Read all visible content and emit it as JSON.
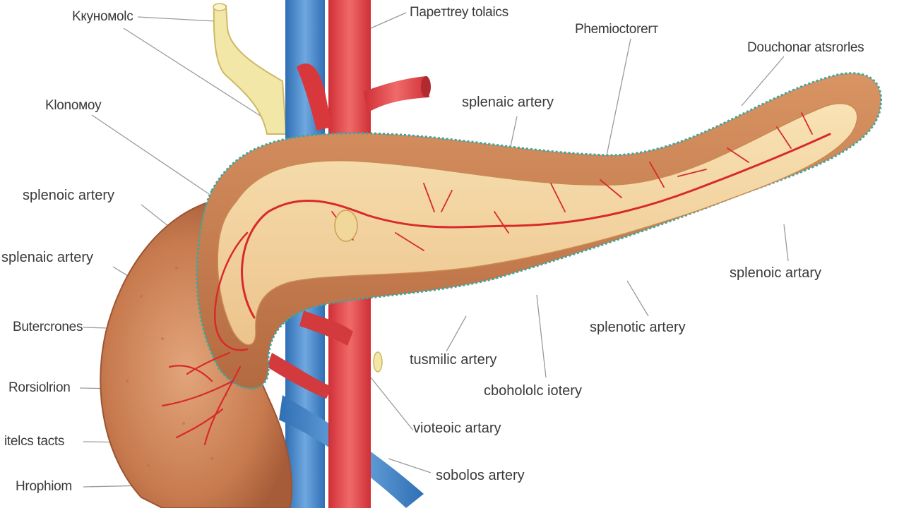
{
  "diagram": {
    "palette": {
      "background": "#ffffff",
      "artery": "#e03a3a",
      "vein": "#3f7fc4",
      "duct": "#f2e6a6",
      "gland": "#d9935a",
      "gland_inner": "#f6d9a8",
      "membrane_dots": "#3aa7a0",
      "leader_line": "#9a9a9a"
    },
    "labels": [
      {
        "id": "top-left",
        "text": "Kкуномоlс"
      },
      {
        "id": "top-center",
        "text": "Паpeтtrey tolaics"
      },
      {
        "id": "top-right-1",
        "text": "Phemioctorerт"
      },
      {
        "id": "top-right-2",
        "text": "Douchonar atsrorles"
      },
      {
        "id": "upper-left",
        "text": "Klonoмoy"
      },
      {
        "id": "center-top",
        "text": "splenaic artery"
      },
      {
        "id": "left-1",
        "text": "splenoic artery"
      },
      {
        "id": "left-2",
        "text": "splenaic artery"
      },
      {
        "id": "right-mid",
        "text": "splenoic artary"
      },
      {
        "id": "left-3",
        "text": "Butercrones"
      },
      {
        "id": "center-mid",
        "text": "splenotic artery"
      },
      {
        "id": "left-4",
        "text": "Rorsiolrion"
      },
      {
        "id": "center-2",
        "text": "tusmilic artery"
      },
      {
        "id": "center-3",
        "text": "cbohololc iotery"
      },
      {
        "id": "left-5",
        "text": "itelcs tacts"
      },
      {
        "id": "center-4",
        "text": "vioteoic artary"
      },
      {
        "id": "left-6",
        "text": "Hrophiom"
      },
      {
        "id": "center-5",
        "text": "sobolos artery"
      }
    ]
  }
}
